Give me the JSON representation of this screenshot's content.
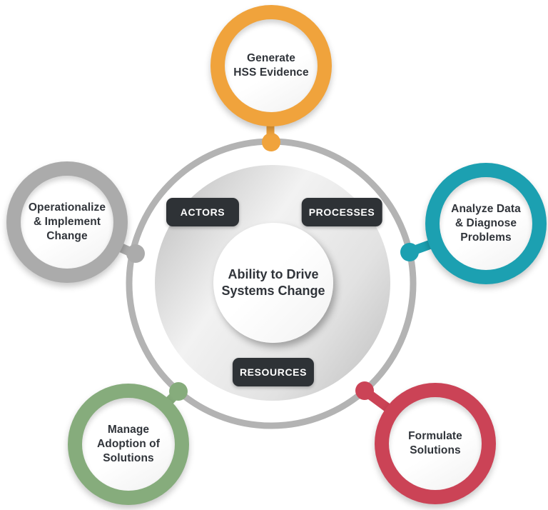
{
  "title": "Ability to Drive Systems Change",
  "center": {
    "lines": [
      "Ability to Drive",
      "Systems Change"
    ]
  },
  "tags": {
    "actors": "ACTORS",
    "processes": "PROCESSES",
    "resources": "RESOURCES"
  },
  "nodes": {
    "generate": {
      "label": "Generate HSS Evidence",
      "lines": [
        "Generate",
        "HSS Evidence"
      ],
      "color": "#F0A33C"
    },
    "analyze": {
      "label": "Analyze Data & Diagnose Problems",
      "lines": [
        "Analyze Data",
        "& Diagnose",
        "Problems"
      ],
      "color": "#1CA0B1"
    },
    "formulate": {
      "label": "Formulate Solutions",
      "lines": [
        "Formulate",
        "Solutions"
      ],
      "color": "#CB4356"
    },
    "manage": {
      "label": "Manage Adoption of Solutions",
      "lines": [
        "Manage",
        "Adoption of",
        "Solutions"
      ],
      "color": "#86AC7C"
    },
    "operationalize": {
      "label": "Operationalize & Implement Change",
      "lines": [
        "Operationalize",
        "& Implement",
        "Change"
      ],
      "color": "#ABABAB"
    }
  },
  "colors": {
    "ring": "#B3B3B3",
    "tag_bg": "#2E3236",
    "tag_text": "#FFFFFF",
    "text": "#30343A"
  }
}
